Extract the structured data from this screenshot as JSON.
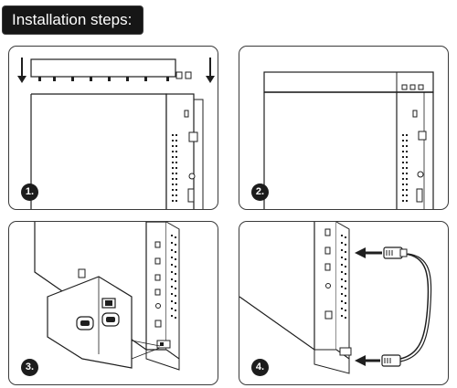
{
  "header": {
    "title": "Installation steps:"
  },
  "steps": [
    {
      "label": "1."
    },
    {
      "label": "2."
    },
    {
      "label": "3."
    },
    {
      "label": "4."
    }
  ],
  "colors": {
    "ink": "#1f1f1f",
    "panel_border": "#3a3a3a",
    "title_background": "#161616",
    "title_text": "#ffffff"
  }
}
